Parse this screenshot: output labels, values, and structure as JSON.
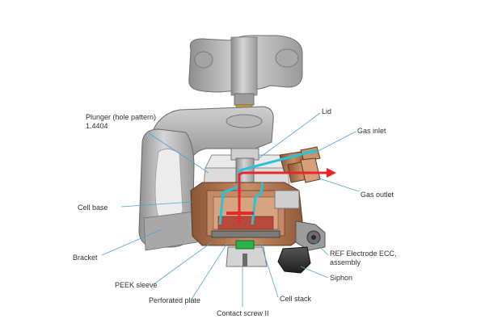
{
  "diagram": {
    "labels": {
      "plunger": "Plunger (hole pattern)",
      "plunger_material": "1.4404",
      "lid": "Lid",
      "gas_inlet": "Gas inlet",
      "gas_outlet": "Gas outlet",
      "cell_base": "Cell base",
      "bracket": "Bracket",
      "ref_electrode": "REF Electrode ECC,",
      "ref_electrode_2": "assembly",
      "peek_sleeve": "PEEK sleeve",
      "siphon": "Siphon",
      "perforated_plate": "Perforated plate",
      "cell_stack": "Cell stack",
      "contact_screw": "Contact screw II"
    },
    "colors": {
      "leader": "#4aa8d0",
      "metal": "#b9b9b9",
      "copper": "#b97a52",
      "gas_inlet_flow": "#27c3d8",
      "gas_outlet_flow": "#e8272a",
      "spring": "#c8a13a",
      "insert_green": "#2db24a"
    }
  }
}
